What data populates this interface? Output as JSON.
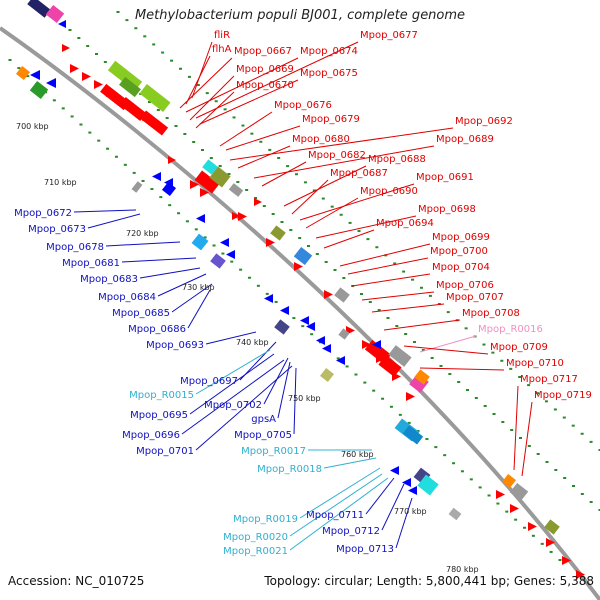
{
  "title": "Methylobacterium populi BJ001, complete genome",
  "accession": "Accession: NC_010725",
  "topology": "Topology: circular; Length: 5,800,441 bp; Genes: 5,388",
  "colors": {
    "plus_label": "#e00000",
    "minus_label": "#1010c0",
    "rna_label": "#30b0d0",
    "pseudo_label": "#f090c0",
    "backbone": "#9a9a9a",
    "tick": "#2a8a2a",
    "cds_plus": "#ff0000",
    "cds_minus": "#0000ff",
    "rna": "#22aadd",
    "olive": "#8a9a30",
    "gray": "#999999",
    "magenta": "#ee44aa",
    "orange": "#ff8800",
    "lightgreen": "#88cc22"
  },
  "kbp_ticks": [
    "700 kbp",
    "710 kbp",
    "720 kbp",
    "730 kbp",
    "740 kbp",
    "750 kbp",
    "760 kbp",
    "770 kbp",
    "780 kbp"
  ],
  "right_labels": [
    {
      "text": "fliR",
      "class": "plus"
    },
    {
      "text": "flhA",
      "class": "plus"
    },
    {
      "text": "Mpop_0667",
      "class": "plus"
    },
    {
      "text": "Mpop_0674",
      "class": "plus"
    },
    {
      "text": "Mpop_0677",
      "class": "plus"
    },
    {
      "text": "Mpop_0669",
      "class": "plus"
    },
    {
      "text": "Mpop_0675",
      "class": "plus"
    },
    {
      "text": "Mpop_0670",
      "class": "plus"
    },
    {
      "text": "Mpop_0676",
      "class": "plus"
    },
    {
      "text": "Mpop_0679",
      "class": "plus"
    },
    {
      "text": "Mpop_0692",
      "class": "plus"
    },
    {
      "text": "Mpop_0680",
      "class": "plus"
    },
    {
      "text": "Mpop_0689",
      "class": "plus"
    },
    {
      "text": "Mpop_0682",
      "class": "plus"
    },
    {
      "text": "Mpop_0688",
      "class": "plus"
    },
    {
      "text": "Mpop_0687",
      "class": "plus"
    },
    {
      "text": "Mpop_0691",
      "class": "plus"
    },
    {
      "text": "Mpop_0690",
      "class": "plus"
    },
    {
      "text": "Mpop_0698",
      "class": "plus"
    },
    {
      "text": "Mpop_0694",
      "class": "plus"
    },
    {
      "text": "Mpop_0699",
      "class": "plus"
    },
    {
      "text": "Mpop_0700",
      "class": "plus"
    },
    {
      "text": "Mpop_0704",
      "class": "plus"
    },
    {
      "text": "Mpop_0706",
      "class": "plus"
    },
    {
      "text": "Mpop_0707",
      "class": "plus"
    },
    {
      "text": "Mpop_0708",
      "class": "plus"
    },
    {
      "text": "Mpop_R0016",
      "class": "pseudo"
    },
    {
      "text": "Mpop_0709",
      "class": "plus"
    },
    {
      "text": "Mpop_0710",
      "class": "plus"
    },
    {
      "text": "Mpop_0717",
      "class": "plus"
    },
    {
      "text": "Mpop_0719",
      "class": "plus"
    }
  ],
  "left_labels": [
    {
      "text": "Mpop_0672",
      "class": "minus"
    },
    {
      "text": "Mpop_0673",
      "class": "minus"
    },
    {
      "text": "Mpop_0678",
      "class": "minus"
    },
    {
      "text": "Mpop_0681",
      "class": "minus"
    },
    {
      "text": "Mpop_0683",
      "class": "minus"
    },
    {
      "text": "Mpop_0684",
      "class": "minus"
    },
    {
      "text": "Mpop_0685",
      "class": "minus"
    },
    {
      "text": "Mpop_0686",
      "class": "minus"
    },
    {
      "text": "Mpop_0693",
      "class": "minus"
    },
    {
      "text": "Mpop_0697",
      "class": "minus"
    },
    {
      "text": "Mpop_R0015",
      "class": "rna"
    },
    {
      "text": "Mpop_0702",
      "class": "minus"
    },
    {
      "text": "Mpop_0695",
      "class": "minus"
    },
    {
      "text": "gpsA",
      "class": "minus"
    },
    {
      "text": "Mpop_0696",
      "class": "minus"
    },
    {
      "text": "Mpop_0705",
      "class": "minus"
    },
    {
      "text": "Mpop_0701",
      "class": "minus"
    },
    {
      "text": "Mpop_R0017",
      "class": "rna"
    },
    {
      "text": "Mpop_R0018",
      "class": "rna"
    },
    {
      "text": "Mpop_0711",
      "class": "minus"
    },
    {
      "text": "Mpop_R0019",
      "class": "rna"
    },
    {
      "text": "Mpop_0712",
      "class": "minus"
    },
    {
      "text": "Mpop_R0020",
      "class": "rna"
    },
    {
      "text": "Mpop_0713",
      "class": "minus"
    },
    {
      "text": "Mpop_R0021",
      "class": "rna"
    }
  ]
}
